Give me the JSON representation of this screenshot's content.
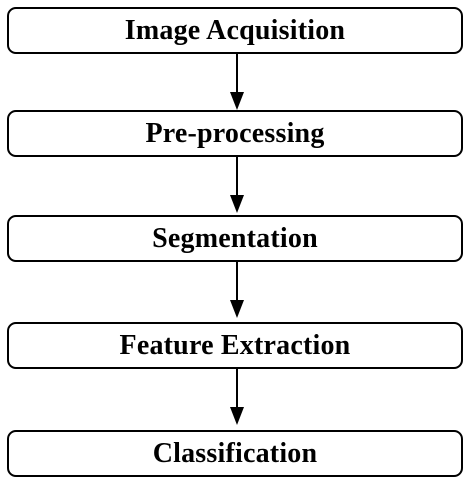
{
  "diagram": {
    "steps": [
      {
        "label": "Image Acquisition"
      },
      {
        "label": "Pre-processing"
      },
      {
        "label": "Segmentation"
      },
      {
        "label": "Feature Extraction"
      },
      {
        "label": "Classification"
      }
    ],
    "colors": {
      "stroke": "#000000",
      "background": "#ffffff"
    }
  }
}
